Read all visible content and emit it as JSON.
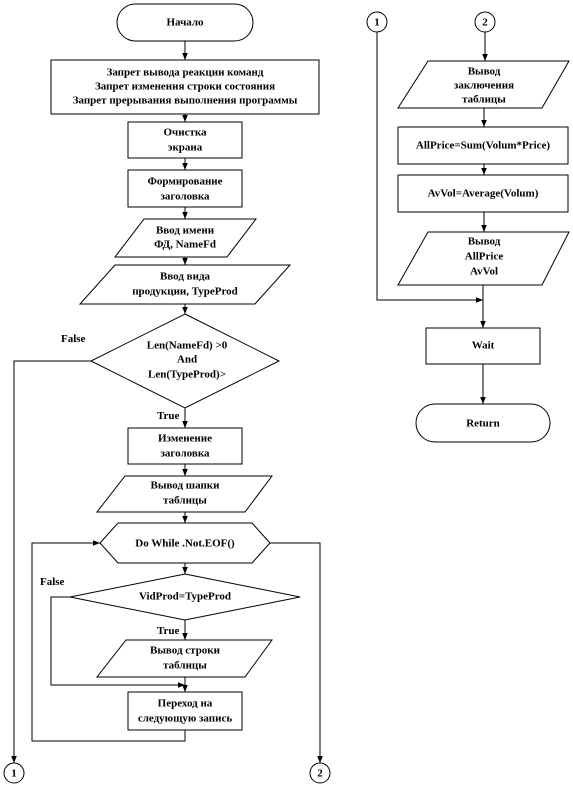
{
  "blocks": {
    "start": "Начало",
    "disable": [
      "Запрет вывода реакции команд",
      "Запрет изменения строки состояния",
      "Запрет прерывания выполнения программы"
    ],
    "clear": [
      "Очистка",
      "экрана"
    ],
    "form_title": [
      "Формирование",
      "заголовка"
    ],
    "input_name": [
      "Ввод имени",
      "ФД, NameFd"
    ],
    "input_type": [
      "Ввод вида",
      "продукции, TypeProd"
    ],
    "cond1": [
      "Len(NameFd)  >0",
      "And",
      "Len(TypeProd)>"
    ],
    "change_title": [
      "Изменение",
      "заголовка"
    ],
    "out_header": [
      "Вывод шапки",
      "таблицы"
    ],
    "loop": "Do While .Not.EOF()",
    "cond2": "VidProd=TypeProd",
    "out_row": [
      "Вывод  строки",
      "таблицы"
    ],
    "next_rec": [
      "Переход на",
      "следующую запись"
    ],
    "out_final": [
      "Вывод",
      "заключения",
      "таблицы"
    ],
    "allprice": "AllPrice=Sum(Volum*Price)",
    "avvol": "AvVol=Average(Volum)",
    "out_vals": [
      "Вывод",
      "AllPrice",
      "AvVol"
    ],
    "wait": "Wait",
    "return": "Return"
  },
  "labels": {
    "false1": "False",
    "true1": "True",
    "false2": "False",
    "true2": "True"
  },
  "connectors": {
    "c1": "1",
    "c2": "2"
  }
}
